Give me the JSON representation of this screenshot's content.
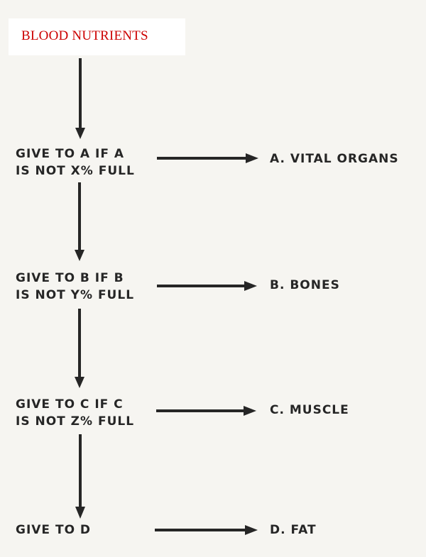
{
  "title": {
    "text": "BLOOD NUTRIENTS",
    "color": "#cc0000"
  },
  "ink_color": "#262626",
  "steps": [
    {
      "line1": "GIVE TO A  IF A",
      "line2": "IS NOT X% FULL",
      "target": "A. VITAL ORGANS"
    },
    {
      "line1": "GIVE TO B  IF B",
      "line2": "IS NOT Y% FULL",
      "target": "B. BONES"
    },
    {
      "line1": "GIVE TO C  IF C",
      "line2": "IS NOT Z% FULL",
      "target": "C. MUSCLE"
    },
    {
      "line1": "GIVE TO D",
      "line2": "",
      "target": "D. FAT"
    }
  ]
}
